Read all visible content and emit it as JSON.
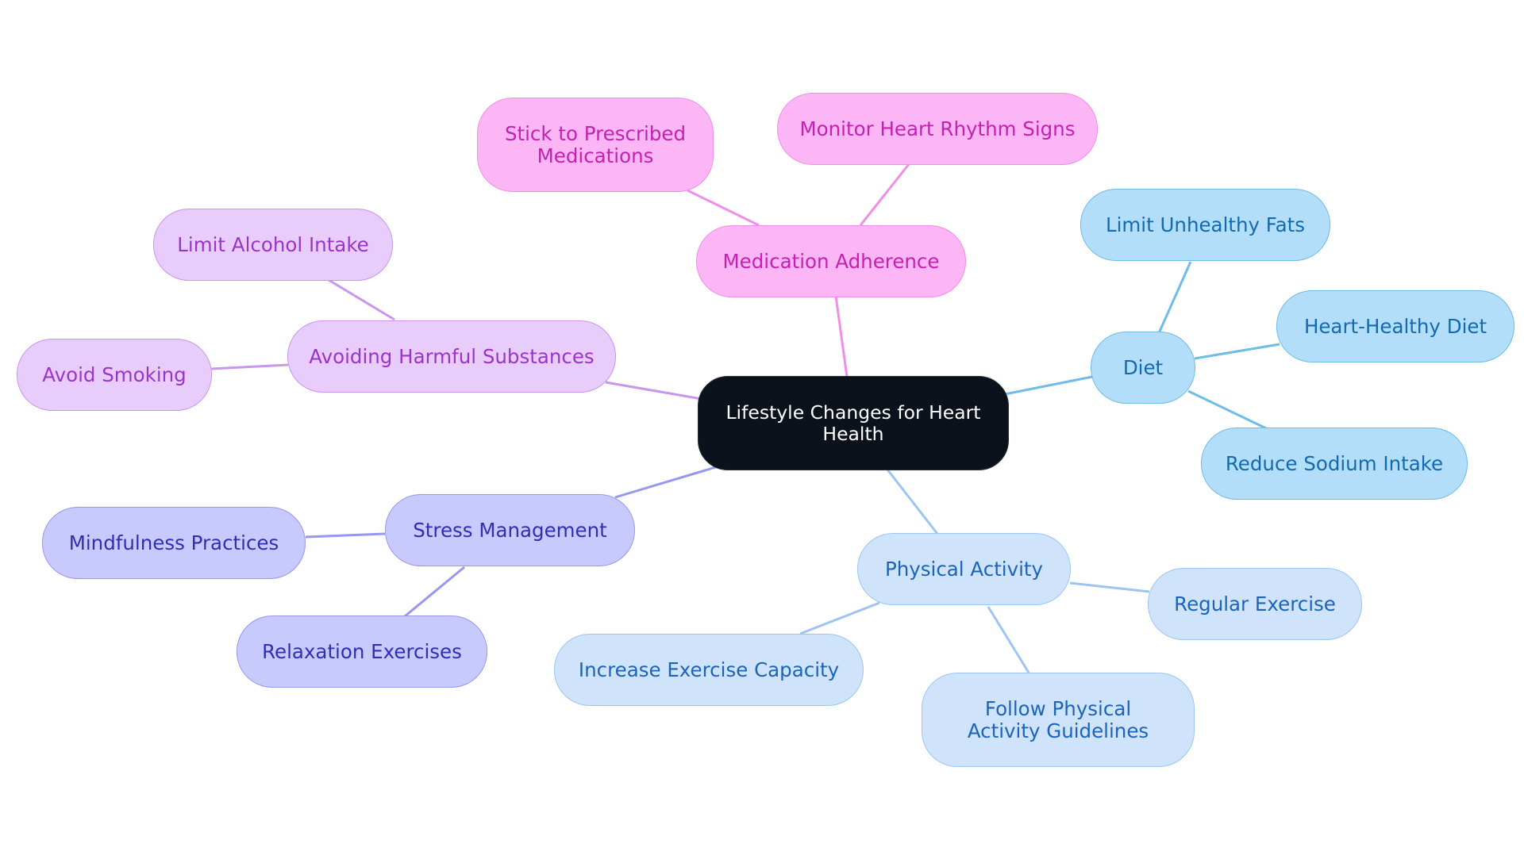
{
  "root": {
    "label": "Lifestyle Changes for Heart Health"
  },
  "branches": {
    "medication": {
      "label": "Medication Adherence",
      "color": "#f08ee6",
      "children": [
        "Stick to Prescribed Medications",
        "Monitor Heart Rhythm Signs"
      ]
    },
    "substances": {
      "label": "Avoiding Harmful Substances",
      "color": "#c995ee",
      "children": [
        "Limit Alcohol Intake",
        "Avoid Smoking"
      ]
    },
    "stress": {
      "label": "Stress Management",
      "color": "#9698f0",
      "children": [
        "Mindfulness Practices",
        "Relaxation Exercises"
      ]
    },
    "physical": {
      "label": "Physical Activity",
      "color": "#9dc5f3",
      "children": [
        "Regular Exercise",
        "Increase Exercise Capacity",
        "Follow Physical Activity Guidelines"
      ]
    },
    "diet": {
      "label": "Diet",
      "color": "#6fbbea",
      "children": [
        "Limit Unhealthy Fats",
        "Heart-Healthy Diet",
        "Reduce Sodium Intake"
      ]
    }
  }
}
